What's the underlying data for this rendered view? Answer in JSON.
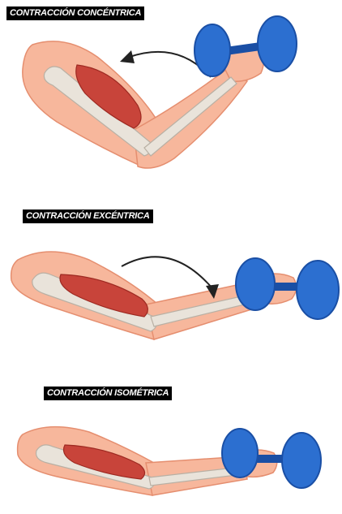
{
  "panels": [
    {
      "label": "CONTRACCIÓN CONCÉNTRICA"
    },
    {
      "label": "CONTRACCIÓN EXCÉNTRICA"
    },
    {
      "label": "CONTRACCIÓN ISOMÉTRICA"
    }
  ],
  "colors": {
    "skin": "#f7b79c",
    "skin_outline": "#e58e6f",
    "bone": "#e9e3da",
    "bone_outline": "#b9b0a4",
    "muscle": "#c8443a",
    "muscle_dark": "#9e2a22",
    "dumbbell": "#2c6fd0",
    "dumbbell_dark": "#1a4fa5",
    "label_bg": "#000000",
    "label_text": "#ffffff"
  },
  "icons": [
    "curved-arrow-icon",
    "dumbbell-icon"
  ]
}
